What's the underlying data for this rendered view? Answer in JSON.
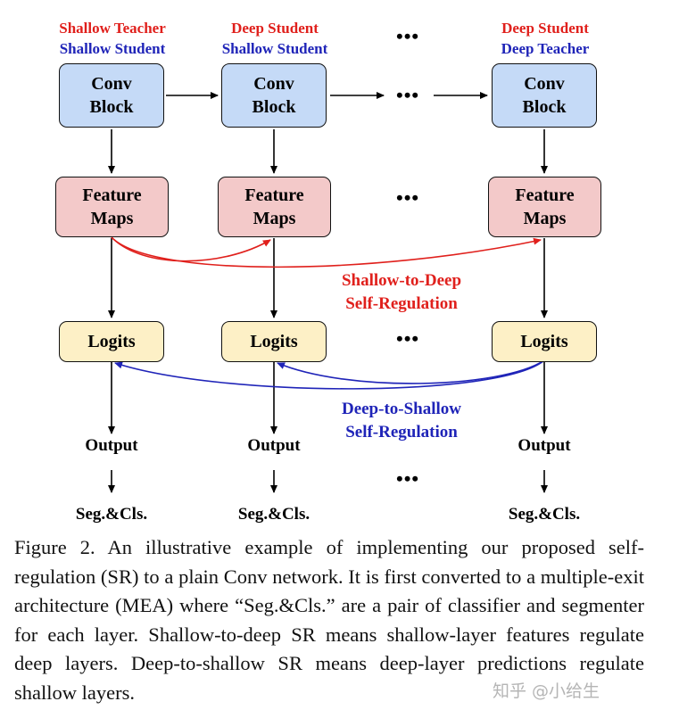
{
  "columns": [
    {
      "role_top": "Shallow Teacher",
      "role_bottom": "Shallow Student",
      "conv": [
        "Conv",
        "Block"
      ],
      "feature": [
        "Feature",
        "Maps"
      ],
      "logits": "Logits",
      "output": "Output",
      "task": "Seg.&Cls."
    },
    {
      "role_top": "Deep Student",
      "role_bottom": "Shallow Student",
      "conv": [
        "Conv",
        "Block"
      ],
      "feature": [
        "Feature",
        "Maps"
      ],
      "logits": "Logits",
      "output": "Output",
      "task": "Seg.&Cls."
    },
    {
      "role_top": "Deep Student",
      "role_bottom": "Deep Teacher",
      "conv": [
        "Conv",
        "Block"
      ],
      "feature": [
        "Feature",
        "Maps"
      ],
      "logits": "Logits",
      "output": "Output",
      "task": "Seg.&Cls."
    }
  ],
  "ellipsis": "•••",
  "shallow_to_deep": {
    "line1": "Shallow-to-Deep",
    "line2": "Self-Regulation",
    "color": "#e0201c"
  },
  "deep_to_shallow": {
    "line1": "Deep-to-Shallow",
    "line2": "Self-Regulation",
    "color": "#1f24b8"
  },
  "colors": {
    "conv_fill": "#c5daf7",
    "feature_fill": "#f3c9c9",
    "logits_fill": "#fdf0c6",
    "role_top": "#e0201c",
    "role_bottom": "#1f24b8"
  },
  "caption": "Figure 2. An illustrative example of implementing our proposed self-regulation (SR) to a plain Conv network. It is first converted to a multiple-exit architecture (MEA) where “Seg.&Cls.” are a pair of classifier and segmenter for each layer. Shallow-to-deep SR means shallow-layer features regulate deep layers. Deep-to-shallow SR means deep-layer predictions regulate shallow layers.",
  "watermark": "知乎 @小给生"
}
